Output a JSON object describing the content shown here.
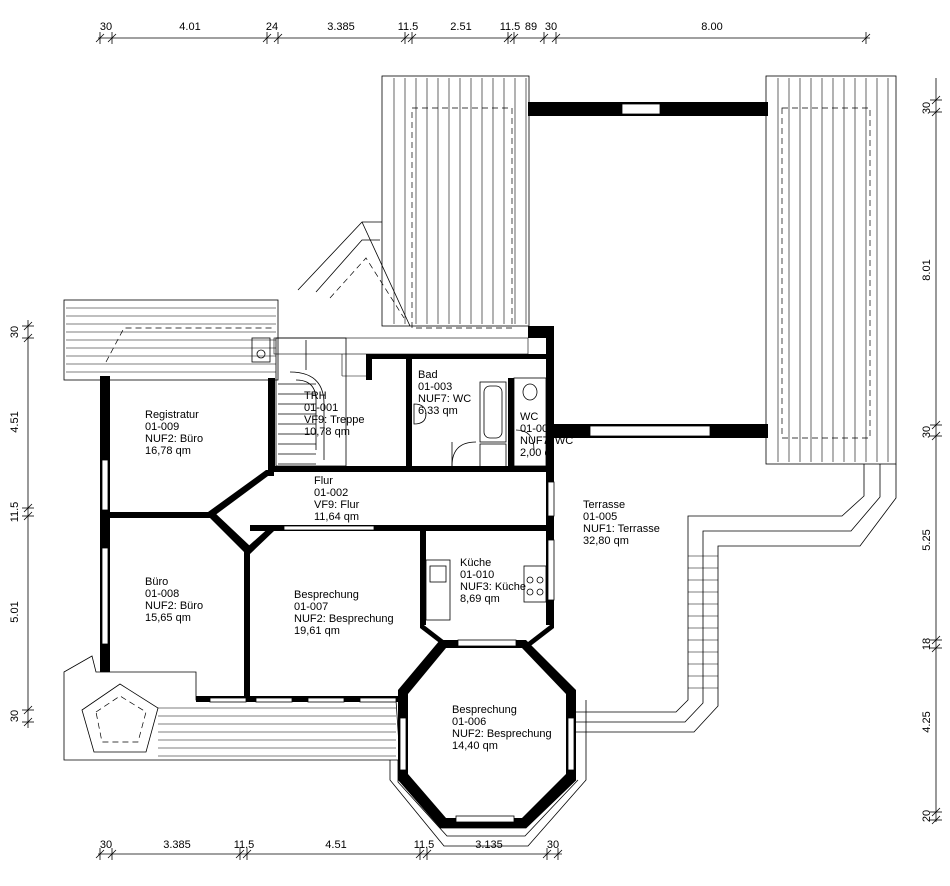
{
  "dimensions": {
    "top": [
      "30",
      "4.01",
      "24",
      "3.385",
      "11.5",
      "2.51",
      "11.5",
      "89",
      "30",
      "8.00"
    ],
    "bottom": [
      "30",
      "3.385",
      "11.5",
      "4.51",
      "11.5",
      "3.135",
      "30"
    ],
    "left": [
      "30",
      "4.51",
      "11.5",
      "5.01",
      "30"
    ],
    "right": [
      "30",
      "8.01",
      "30",
      "5.25",
      "18",
      "4.25",
      "20"
    ]
  },
  "rooms": [
    {
      "key": "registratur",
      "lines": [
        "Registratur",
        "01-009",
        "NUF2: Büro",
        "16,78 qm"
      ]
    },
    {
      "key": "trh",
      "lines": [
        "TRH",
        "01-001",
        "VF9: Treppe",
        "10,78 qm"
      ]
    },
    {
      "key": "bad",
      "lines": [
        "Bad",
        "01-003",
        "NUF7: WC",
        "6,33 qm"
      ]
    },
    {
      "key": "wc",
      "lines": [
        "WC",
        "01-00",
        "NUF7: WC",
        "2,00 q"
      ]
    },
    {
      "key": "flur",
      "lines": [
        "Flur",
        "01-002",
        "VF9: Flur",
        "11,64 qm"
      ]
    },
    {
      "key": "terrasse",
      "lines": [
        "Terrasse",
        "01-005",
        "NUF1: Terrasse",
        "32,80 qm"
      ]
    },
    {
      "key": "buero",
      "lines": [
        "Büro",
        "01-008",
        "NUF2: Büro",
        "15,65 qm"
      ]
    },
    {
      "key": "besprechung-007",
      "lines": [
        "Besprechung",
        "01-007",
        "NUF2: Besprechung",
        "19,61 qm"
      ]
    },
    {
      "key": "kueche",
      "lines": [
        "Küche",
        "01-010",
        "NUF3: Küche",
        "8,69 qm"
      ]
    },
    {
      "key": "besprechung-006",
      "lines": [
        "Besprechung",
        "01-006",
        "NUF2: Besprechung",
        "14,40 qm"
      ]
    }
  ]
}
